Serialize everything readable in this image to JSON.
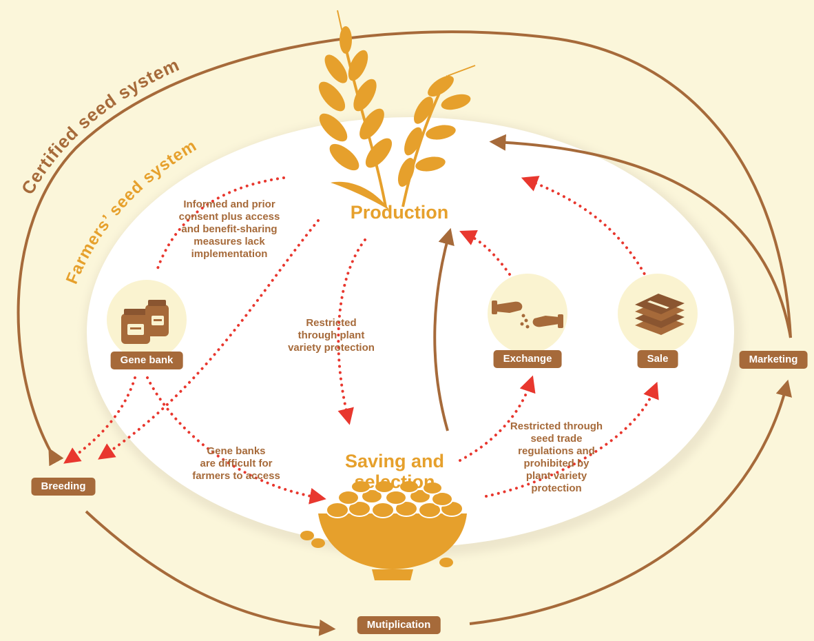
{
  "systems": {
    "certified": "Certified seed system",
    "farmers": "Farmers’ seed system"
  },
  "nodes": {
    "production": "Production",
    "saving_line1": "Saving and",
    "saving_line2": "selection",
    "gene_bank": "Gene bank",
    "exchange": "Exchange",
    "sale": "Sale",
    "marketing": "Marketing",
    "breeding": "Breeding",
    "multiplication": "Mutiplication"
  },
  "notes": {
    "consent": [
      "Informed and prior",
      "consent plus access",
      "and benefit-sharing",
      "measures lack",
      "implementation"
    ],
    "pvp": [
      "Restricted",
      "through plant",
      "variety protection"
    ],
    "genebank_access": [
      "Gene banks",
      "are difficult for",
      "farmers to access"
    ],
    "trade": [
      "Restricted through",
      "seed trade",
      "regulations and",
      "prohibited by",
      "plant variety",
      "protection"
    ]
  },
  "colors": {
    "background": "#FBF6DA",
    "inner_oval": "#FFFFFF",
    "brown": "#A66A3A",
    "gold": "#E6A02C",
    "red": "#E8372E",
    "icon_circle": "#FAF3D0"
  },
  "icons": {
    "gene_bank": "seed-jars-icon",
    "exchange": "hands-exchange-icon",
    "sale": "money-stack-icon",
    "production": "wheat-icon",
    "saving": "seed-bowl-icon"
  }
}
